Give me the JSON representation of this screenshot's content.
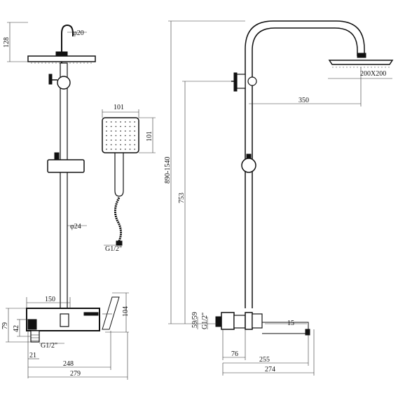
{
  "dimensions": {
    "head_height": "128",
    "arm_diameter": "φ20",
    "handshower_width": "101",
    "handshower_height": "101",
    "rail_diameter": "φ24",
    "hose_thread": "G1/2\"",
    "slider_width": "150",
    "valve_height_79": "79",
    "valve_height_42": "42",
    "valve_depth": "104",
    "outlet_thread": "G1/2\"",
    "outlet_21": "21",
    "width_248": "248",
    "width_279": "279",
    "adjustable_height": "890-1540",
    "arm_height": "753",
    "arm_reach": "350",
    "head_size": "200X200",
    "inlet_59": "59/59",
    "inlet_thread": "G1/2\"",
    "offset_15": "15",
    "depth_76": "76",
    "depth_255": "255",
    "depth_274": "274"
  }
}
